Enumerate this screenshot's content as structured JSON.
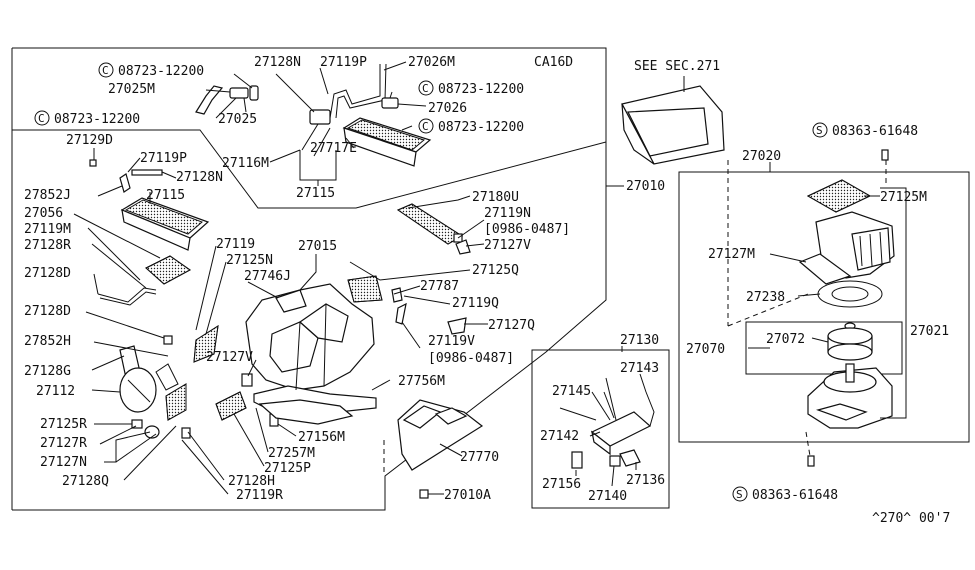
{
  "diagram": {
    "frame_labels": {
      "ca16d": "CA16D",
      "see_sec": "SEE SEC.271",
      "footer_code": "^270^ 00'7"
    },
    "callouts": {
      "c1_prefix": "C",
      "c1": "08723-12200",
      "c2": "27025M",
      "c3_prefix": "C",
      "c3": "08723-12200",
      "c4": "27025",
      "c5": "27128N",
      "c6": "27119P",
      "c7": "27026M",
      "c8_prefix": "C",
      "c8": "08723-12200",
      "c9": "27026",
      "c10_prefix": "C",
      "c10": "08723-12200",
      "c11": "27717E",
      "c12": "27116M",
      "c13": "27115",
      "c14": "27129D",
      "c15": "27119P",
      "c16": "27128N",
      "c17": "27852J",
      "c18": "27115",
      "c19": "27056",
      "c20": "27119M",
      "c21": "27128R",
      "c22": "27128D",
      "c23": "27119",
      "c24": "27125N",
      "c25": "27746J",
      "c26": "27015",
      "c27": "27010",
      "c28": "27180U",
      "c29": "27119N",
      "c30": "[0986-0487]",
      "c31": "27127V",
      "c32": "27125Q",
      "c33": "27787",
      "c34": "27119Q",
      "c35": "27127Q",
      "c36": "27119V",
      "c37": "[0986-0487]",
      "c38": "27128D",
      "c39": "27852H",
      "c40": "27128G",
      "c41": "27127V",
      "c42": "27112",
      "c43": "27125R",
      "c44": "27127R",
      "c45": "27127N",
      "c46": "27128Q",
      "c47": "27756M",
      "c48": "27156M",
      "c49": "27257M",
      "c50": "27125P",
      "c51": "27128H",
      "c52": "27119R",
      "c53": "27770",
      "c54": "27010A",
      "c55_prefix": "S",
      "c55": "08363-61648",
      "c56": "27020",
      "c57": "27125M",
      "c58": "27127M",
      "c59": "27238",
      "c60": "27021",
      "c61": "27070",
      "c62": "27072",
      "c63_prefix": "S",
      "c63": "08363-61648",
      "c64": "27130",
      "c65": "27145",
      "c66": "27143",
      "c67": "27142",
      "c68": "27156",
      "c69": "27136",
      "c70": "27140"
    }
  }
}
